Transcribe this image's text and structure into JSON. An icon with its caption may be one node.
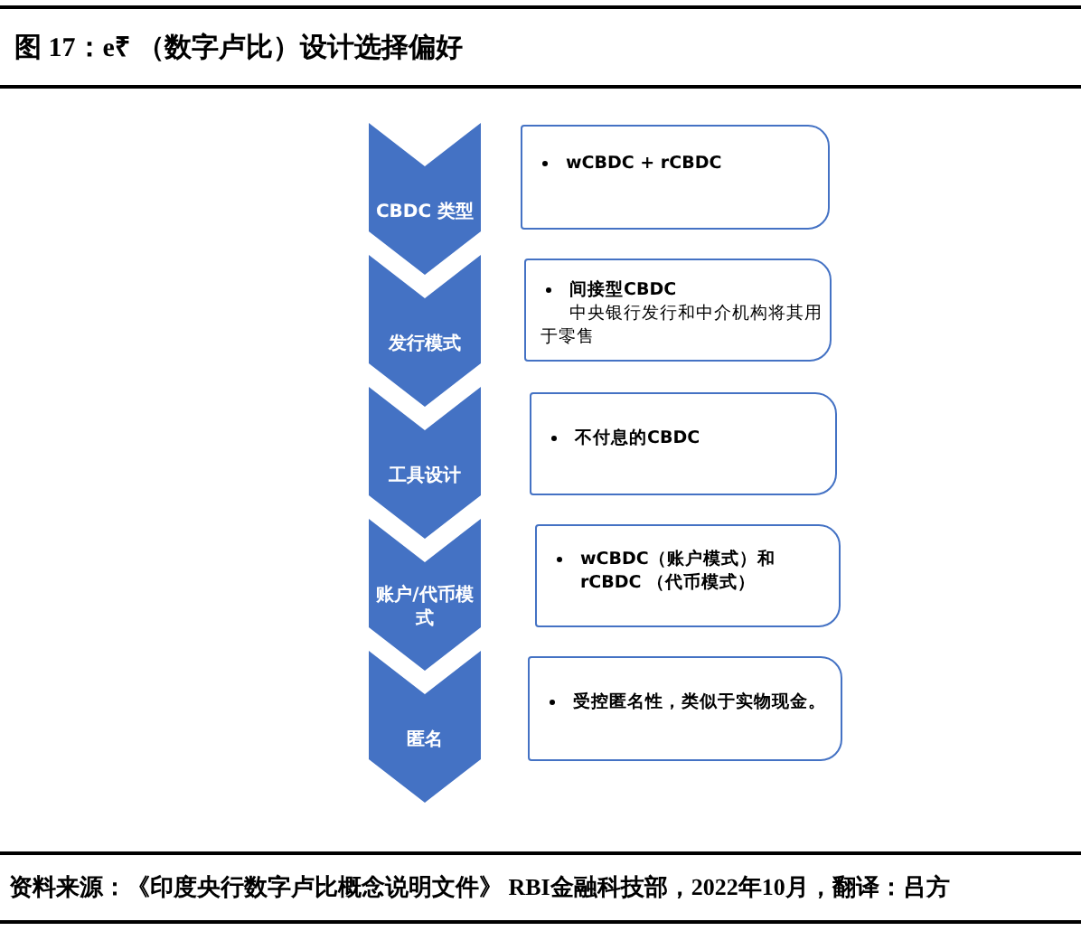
{
  "diagram": {
    "title": "图 17：e₹ （数字卢比）设计选择偏好",
    "caption": "资料来源：《印度央行数字卢比概念说明文件》 RBI金融科技部，2022年10月，翻译：吕方",
    "nodes": [
      {
        "text": [
          "CBDC 类型"
        ]
      },
      {
        "text": [
          "发行模式"
        ]
      },
      {
        "text": [
          "工具设计"
        ]
      },
      {
        "text": [
          "账户/代币模式"
        ]
      },
      {
        "text": [
          "匿名"
        ]
      },
      {
        "text": [
          "wCBDC + rCBDC"
        ]
      },
      {
        "text": [
          "间接型CBDC",
          "中央银行发行和中介机构将其用于零售"
        ]
      },
      {
        "text": [
          "不付息的CBDC"
        ]
      },
      {
        "text": [
          "wCBDC（账户模式）和 rCBDC （代币模式）"
        ]
      },
      {
        "text": [
          "受控匿名性，类似于实物现金。"
        ]
      }
    ]
  }
}
